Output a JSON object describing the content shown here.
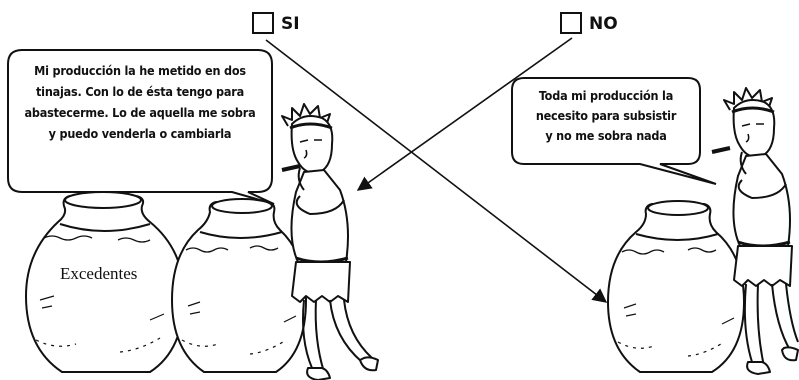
{
  "options": {
    "yes_label": "SI",
    "no_label": "NO"
  },
  "left_scene": {
    "speech_lines": [
      "Mi producción la he metido en dos",
      "tinajas. Con lo de ésta tengo para",
      "abastecerme. Lo de aquella me sobra",
      "y puedo venderla o cambiarla"
    ],
    "jar_label": "Excedentes"
  },
  "right_scene": {
    "speech_lines": [
      "Toda mi producción la",
      "necesito para subsistir",
      "y no me sobra nada"
    ]
  },
  "colors": {
    "ink": "#111111",
    "paper": "#ffffff"
  }
}
